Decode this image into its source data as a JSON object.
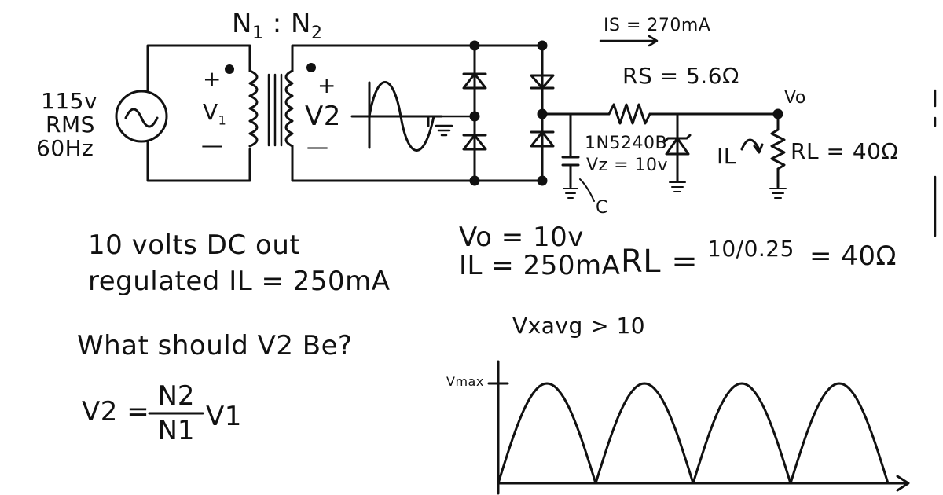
{
  "source": {
    "voltage": "115v",
    "type": "RMS",
    "frequency": "60Hz"
  },
  "transformer": {
    "ratio_label": "N1 : N2",
    "n1": "N",
    "n1_sub": "1",
    "n2": "N",
    "n2_sub": "2",
    "primary_plus": "+",
    "primary_voltage": "V",
    "primary_voltage_sub": "1",
    "primary_minus": "—",
    "secondary_plus": "+",
    "secondary_voltage": "V2",
    "secondary_minus": "—"
  },
  "series": {
    "current_label": "IS = 270mA",
    "resistor_label": "RS = 5.6Ω"
  },
  "zener": {
    "part": "1N5240B",
    "vz": "Vz = 10v"
  },
  "capacitor": {
    "label": "C"
  },
  "output": {
    "node_label": "Vo",
    "load_current": "IL",
    "load_resistor": "RL = 40Ω"
  },
  "notes": {
    "line1": "10 volts DC out",
    "line2": "regulated IL = 250mA",
    "question": "What should V2 Be?",
    "formula_lhs": "V2 =",
    "formula_num": "N2",
    "formula_den": "N1",
    "formula_rhs": "V1",
    "vo": "Vo = 10v",
    "il": "IL = 250mA",
    "rl_lhs": "RL =",
    "rl_frac": "10/0.25",
    "rl_rhs": "= 40Ω",
    "vxavg": "Vxavg > 10"
  },
  "waveform": {
    "ylabel": "Vmax",
    "humps": 4,
    "shape": "full-wave rectified sine"
  }
}
